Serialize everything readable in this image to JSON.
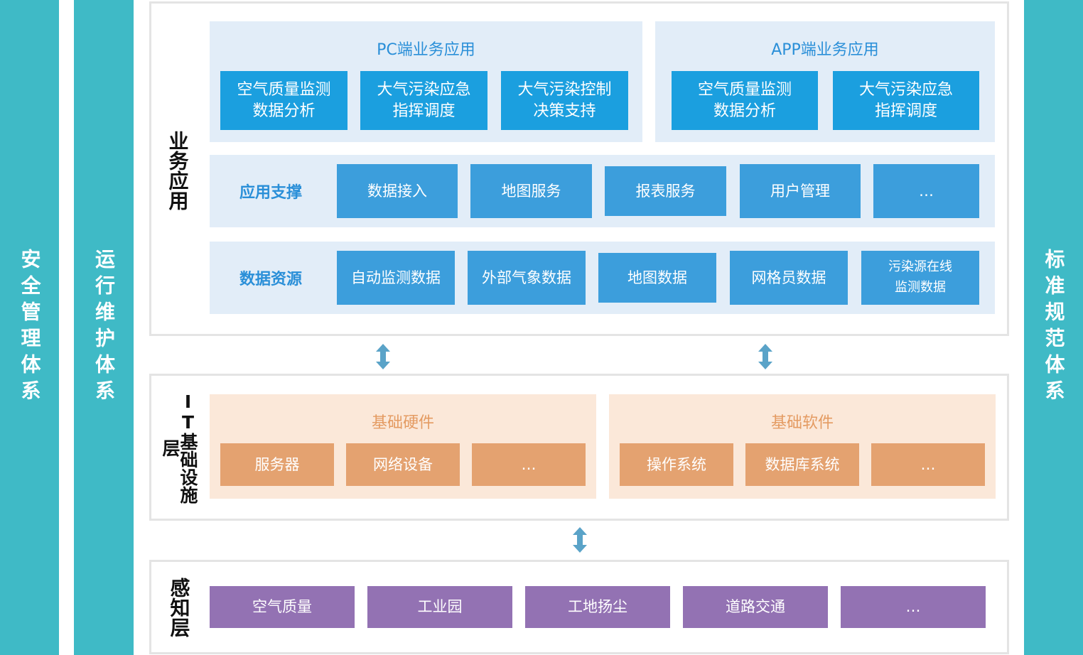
{
  "pillars": {
    "left_outer": "安全管理体系",
    "left_inner": "运行维护体系",
    "right": "标准规范体系"
  },
  "business": {
    "label": "业务应用",
    "pc": {
      "title": "PC端业务应用",
      "items": [
        [
          "空气质量监测",
          "数据分析"
        ],
        [
          "大气污染应急",
          "指挥调度"
        ],
        [
          "大气污染控制",
          "决策支持"
        ]
      ]
    },
    "app": {
      "title": "APP端业务应用",
      "items": [
        [
          "空气质量监测",
          "数据分析"
        ],
        [
          "大气污染应急",
          "指挥调度"
        ]
      ]
    },
    "support": {
      "label": "应用支撑",
      "items": [
        "数据接入",
        "地图服务",
        "报表服务",
        "用户管理",
        "…"
      ]
    },
    "data": {
      "label": "数据资源",
      "items": [
        "自动监测数据",
        "外部气象数据",
        "地图数据",
        "网格员数据"
      ],
      "last": [
        "污染源在线",
        "监测数据"
      ]
    }
  },
  "it": {
    "label": "IT基础设施层",
    "hardware": {
      "title": "基础硬件",
      "items": [
        "服务器",
        "网络设备",
        "…"
      ]
    },
    "software": {
      "title": "基础软件",
      "items": [
        "操作系统",
        "数据库系统",
        "…"
      ]
    }
  },
  "sensing": {
    "label": "感知层",
    "items": [
      "空气质量",
      "工业园",
      "工地扬尘",
      "道路交通",
      "…"
    ]
  },
  "colors": {
    "pillar": "#3fbac6",
    "deep_blue": "#1b9fdf",
    "mid_blue": "#3c9edc",
    "orange": "#e4a270",
    "purple": "#9372b3",
    "arrow": "#5aa3c8"
  }
}
